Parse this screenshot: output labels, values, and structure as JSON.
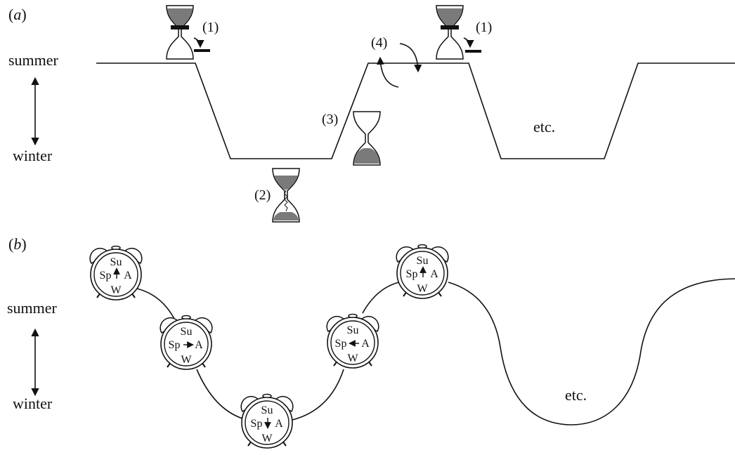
{
  "panel_a": {
    "label_open": "(",
    "label_letter": "a",
    "label_close": ")",
    "summer": "summer",
    "winter": "winter",
    "etc": "etc.",
    "step1": "(1)",
    "step2": "(2)",
    "step3": "(3)",
    "step4": "(4)"
  },
  "panel_b": {
    "label_open": "(",
    "label_letter": "b",
    "label_close": ")",
    "summer": "summer",
    "winter": "winter",
    "etc": "etc."
  },
  "clock": {
    "top": "Su",
    "left": "Sp",
    "right": "A",
    "bottom": "W"
  },
  "colors": {
    "ink": "#111111",
    "sand": "#7a7a7a"
  }
}
